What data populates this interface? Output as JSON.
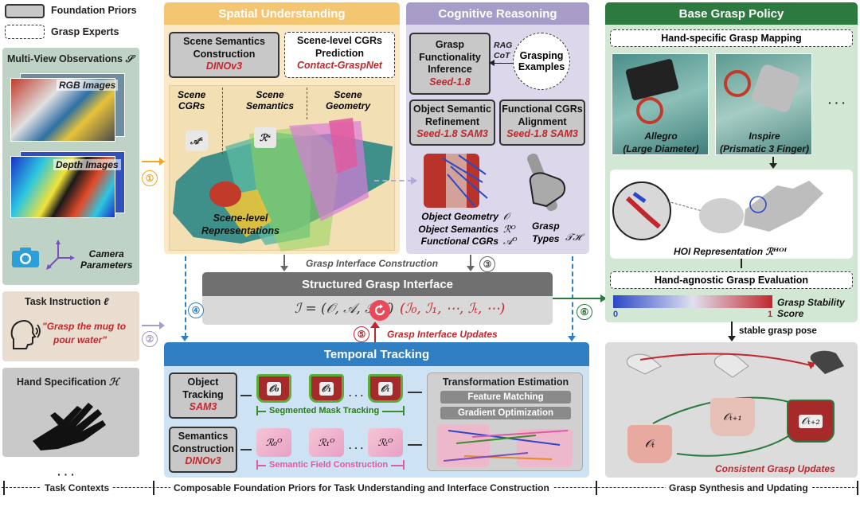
{
  "legend": {
    "foundation": "Foundation Priors",
    "experts": "Grasp Experts"
  },
  "left": {
    "mvo_title": "Multi-View Observations",
    "mvo_symbol": "𝒮",
    "rgb": "RGB Images",
    "depth": "Depth Images",
    "camera_1": "Camera",
    "camera_2": "Parameters",
    "task_title": "Task Instruction",
    "task_symbol": "ℓ",
    "task_quote_1": "\"Grasp the mug to",
    "task_quote_2": "pour water\"",
    "hand_title": "Hand Specification",
    "hand_symbol": "ℋ",
    "ellipsis": "· · ·"
  },
  "spatial": {
    "title": "Spatial Understanding",
    "sem_box_1": "Scene Semantics",
    "sem_box_2": "Construction",
    "sem_model": "DINOv3",
    "cgr_box_1": "Scene-level CGRs",
    "cgr_box_2": "Prediction",
    "cgr_model": "Contact-GraspNet",
    "col_cgrs_1": "Scene",
    "col_cgrs_2": "CGRs",
    "col_sem_1": "Scene",
    "col_sem_2": "Semantics",
    "col_geo_1": "Scene",
    "col_geo_2": "Geometry",
    "sym_a": "𝒜ˢ",
    "sym_r": "ℛˢ",
    "rep_1": "Scene-level",
    "rep_2": "Representations"
  },
  "cognitive": {
    "title": "Cognitive Reasoning",
    "gfi_1": "Grasp",
    "gfi_2": "Functionality",
    "gfi_3": "Inference",
    "gfi_model": "Seed-1.8",
    "rag": "RAG",
    "cot": "CoT",
    "examples_1": "Grasping",
    "examples_2": "Examples",
    "osr_1": "Object Semantic",
    "osr_2": "Refinement",
    "osr_model": "Seed-1.8  SAM3",
    "fca_1": "Functional CGRs",
    "fca_2": "Alignment",
    "fca_model": "Seed-1.8  SAM3",
    "obj_geo": "Object Geometry",
    "obj_sem": "Object Semantics",
    "func_cgrs": "Functional CGRs",
    "sym_o": "𝒪",
    "sym_ro": "ℛᴼ",
    "sym_ao": "𝒜ᴼ",
    "grasp_1": "Grasp",
    "grasp_2": "Types",
    "sym_th": "𝒯ℋ"
  },
  "interface": {
    "construction": "Grasp Interface Construction",
    "title": "Structured Grasp Interface",
    "formula_left": "ℐ = (𝒪, 𝒜, 𝒯ℋ)",
    "formula_right": "(ℐ₀, ℐ₁, ⋯, ℐₜ, ⋯)",
    "updates": "Grasp Interface Updates",
    "n1": "①",
    "n2": "②",
    "n3": "③",
    "n4": "④",
    "n5": "⑤",
    "n6": "⑥"
  },
  "temporal": {
    "title": "Temporal Tracking",
    "track_1": "Object",
    "track_2": "Tracking",
    "track_model": "SAM3",
    "sem_1": "Semantics",
    "sem_2": "Construction",
    "sem_model": "DINOv3",
    "seg_label": "Segmented Mask Tracking",
    "field_label": "Semantic Field Construction",
    "te_title": "Transformation Estimation",
    "fm": "Feature Matching",
    "go": "Gradient Optimization",
    "o0": "𝒪₀",
    "o1": "𝒪₁",
    "ot": "𝒪ₜ",
    "r0": "ℛ₀ᴼ",
    "r1": "ℛ₁ᴼ",
    "rt": "ℛₜᴼ",
    "dots": "· · ·"
  },
  "base": {
    "title": "Base Grasp Policy",
    "mapping": "Hand-specific Grasp Mapping",
    "allegro": "Allegro",
    "allegro_sub": "(Large Diameter)",
    "inspire": "Inspire",
    "inspire_sub": "(Prismatic 3 Finger)",
    "dots": "· · ·",
    "hoi": "HOI Representation",
    "hoi_sym": "ℛᴴᴼᴵ",
    "eval": "Hand-agnostic Grasp Evaluation",
    "score_label": "Grasp Stability Score",
    "score_min": "0",
    "score_max": "1",
    "stable": "stable grasp pose",
    "m_t": "𝒪ₜ",
    "m_t1": "𝒪ₜ₊₁",
    "m_t2": "𝒪ₜ₊₂",
    "consistent": "Consistent Grasp Updates"
  },
  "bottom": {
    "ctx": "Task Contexts",
    "comp": "Composable Foundation Priors for Task Understanding and Interface Construction",
    "synth": "Grasp Synthesis and Updating"
  },
  "colors": {
    "spatial": "#f5c672",
    "cognitive": "#a89cc8",
    "temporal": "#2f7fc2",
    "base": "#2c7a3f",
    "accent_red": "#c1272d"
  }
}
